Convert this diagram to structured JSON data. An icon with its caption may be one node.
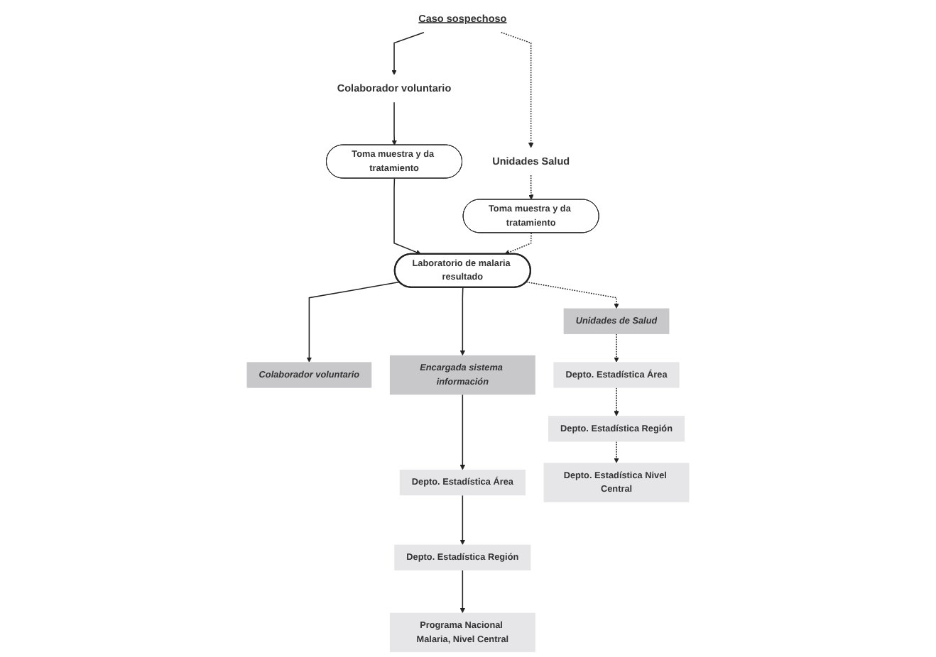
{
  "diagram": {
    "nodes": [
      {
        "text": [
          "Caso sospechoso"
        ]
      },
      {
        "text": [
          "Colaborador voluntario"
        ]
      },
      {
        "text": [
          "Unidades Salud"
        ]
      },
      {
        "text": [
          "Toma muestra y da tratamiento"
        ]
      },
      {
        "text": [
          "Toma muestra y da tratamiento"
        ]
      },
      {
        "text": [
          "Laboratorio de malaria resultado"
        ]
      },
      {
        "text": [
          "Colaborador voluntario"
        ]
      },
      {
        "text": [
          "Encargada sistema información"
        ]
      },
      {
        "text": [
          "Unidades de Salud"
        ]
      },
      {
        "text": [
          "Depto. Estadística Área"
        ]
      },
      {
        "text": [
          "Depto. Estadística Región"
        ]
      },
      {
        "text": [
          "Programa Nacional Malaria, Nivel Central"
        ]
      },
      {
        "text": [
          "Depto. Estadística Área"
        ]
      },
      {
        "text": [
          "Depto. Estadística Región"
        ]
      },
      {
        "text": [
          "Depto. Estadística Nivel Central"
        ]
      }
    ],
    "edges": [
      {
        "from": 0,
        "to": 1,
        "arrow": "to"
      },
      {
        "from": 0,
        "to": 2,
        "arrow": "to",
        "style": "dashed"
      },
      {
        "from": 1,
        "to": 3,
        "arrow": "to"
      },
      {
        "from": 2,
        "to": 4,
        "arrow": "to",
        "style": "dashed"
      },
      {
        "from": 3,
        "to": 5,
        "arrow": "to"
      },
      {
        "from": 4,
        "to": 5,
        "arrow": "to",
        "style": "dashed"
      },
      {
        "from": 5,
        "to": 6,
        "arrow": "to"
      },
      {
        "from": 5,
        "to": 7,
        "arrow": "to"
      },
      {
        "from": 5,
        "to": 8,
        "arrow": "to",
        "style": "dashed"
      },
      {
        "from": 7,
        "to": 9,
        "arrow": "to"
      },
      {
        "from": 9,
        "to": 10,
        "arrow": "to"
      },
      {
        "from": 10,
        "to": 11,
        "arrow": "to"
      },
      {
        "from": 8,
        "to": 12,
        "arrow": "to",
        "style": "dashed"
      },
      {
        "from": 12,
        "to": 13,
        "arrow": "to",
        "style": "dashed"
      },
      {
        "from": 13,
        "to": 14,
        "arrow": "to",
        "style": "dashed"
      }
    ]
  }
}
